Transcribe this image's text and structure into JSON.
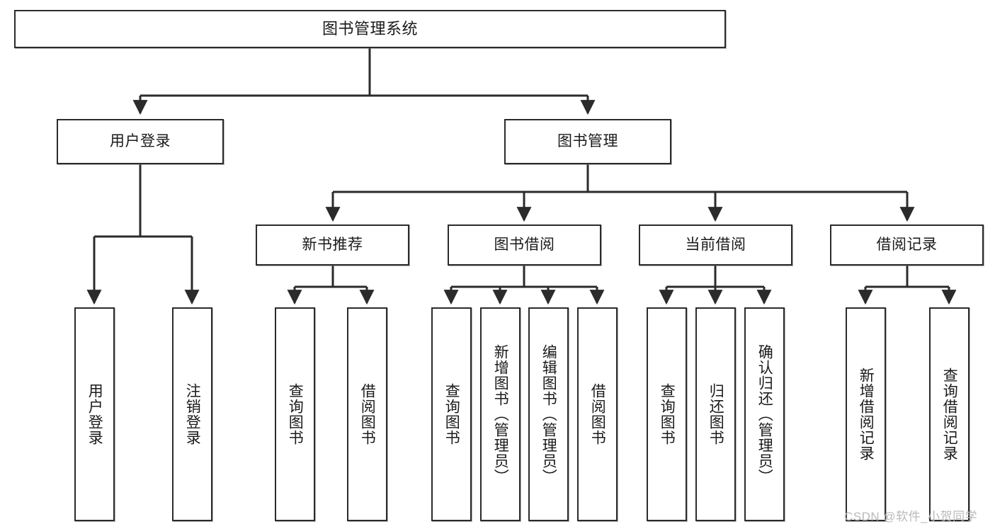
{
  "diagram": {
    "title": "图书管理系统",
    "type": "hierarchy-tree",
    "watermark": "CSDN @软件_小贺同学",
    "colors": {
      "node_border": "#2b2b2b",
      "node_fill": "#ffffff",
      "edge": "#2b2b2b",
      "text": "#1a1a1a",
      "watermark": "#b9b9b9"
    },
    "nodes": {
      "root": {
        "label": "图书管理系统"
      },
      "level2": [
        {
          "label": "用户登录"
        },
        {
          "label": "图书管理"
        }
      ],
      "level3": [
        {
          "label": "新书推荐"
        },
        {
          "label": "图书借阅"
        },
        {
          "label": "当前借阅"
        },
        {
          "label": "借阅记录"
        }
      ],
      "leaves": {
        "user_login": [
          {
            "label": "用户登录"
          },
          {
            "label": "注销登录"
          }
        ],
        "new_book_recommend": [
          {
            "label": "查询图书"
          },
          {
            "label": "借阅图书"
          }
        ],
        "book_borrow": [
          {
            "label": "查询图书"
          },
          {
            "label": "新增图书（管理员）"
          },
          {
            "label": "编辑图书（管理员）"
          },
          {
            "label": "借阅图书"
          }
        ],
        "current_borrow": [
          {
            "label": "查询图书"
          },
          {
            "label": "归还图书"
          },
          {
            "label": "确认归还（管理员）"
          }
        ],
        "borrow_record": [
          {
            "label": "新增借阅记录"
          },
          {
            "label": "查询借阅记录"
          }
        ]
      }
    }
  }
}
